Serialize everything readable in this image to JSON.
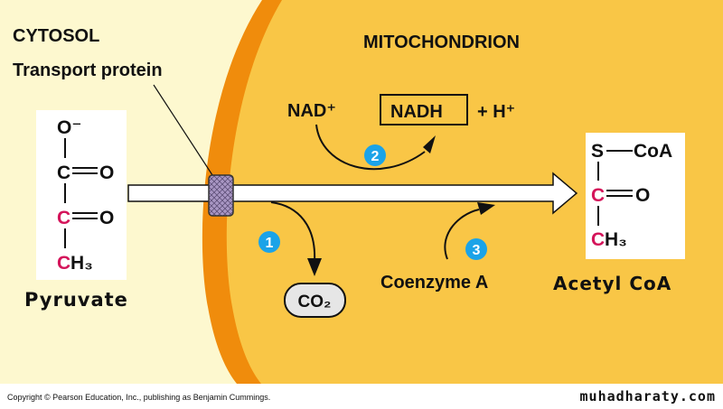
{
  "regions": {
    "cytosol": "CYTOSOL",
    "mitochondrion": "MITOCHONDRION"
  },
  "transport_protein": "Transport protein",
  "pyruvate": {
    "name": "Pyruvate",
    "o_minus": "O⁻",
    "c_top": "C",
    "o_top": "O",
    "c_mid": "C",
    "o_mid": "O",
    "c_bottom": "C",
    "h3": "H₃"
  },
  "acetyl_coa": {
    "name": "Acetyl CoA",
    "s": "S",
    "coa": "CoA",
    "c_mid": "C",
    "o_mid": "O",
    "c_bottom": "C",
    "h3": "H₃"
  },
  "reactions": {
    "nad": "NAD⁺",
    "nadh": "NADH",
    "h_plus": "+ H⁺",
    "co2": "CO₂",
    "coenzyme_a": "Coenzyme A"
  },
  "steps": [
    "1",
    "2",
    "3"
  ],
  "colors": {
    "cytosol": "#fdf8cf",
    "matrix": "#f9c646",
    "membrane": "#f08c0c",
    "carbon": "#d4145a",
    "step_badge": "#1ba3e8",
    "protein": "#a997c4"
  },
  "footer": {
    "copyright": "Copyright © Pearson Education, Inc., publishing as Benjamin Cummings.",
    "site": "muhadharaty.com"
  }
}
